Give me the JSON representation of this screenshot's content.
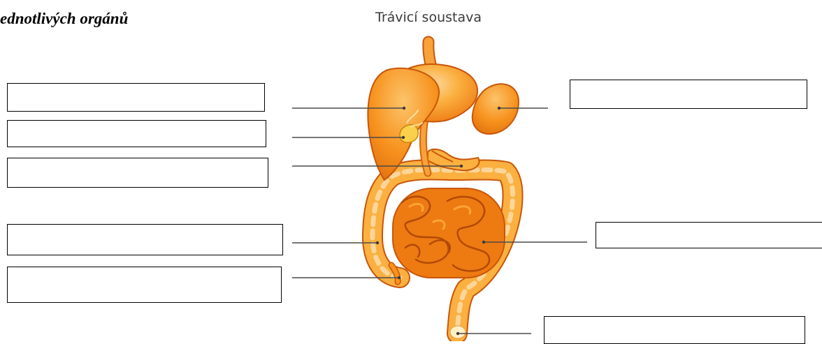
{
  "worksheet": {
    "heading": "ednotlivých orgánů"
  },
  "diagram": {
    "title": "Trávicí soustava",
    "label_boxes": [
      {
        "id": "left-1",
        "text": ""
      },
      {
        "id": "left-2",
        "text": ""
      },
      {
        "id": "left-3",
        "text": ""
      },
      {
        "id": "left-4",
        "text": ""
      },
      {
        "id": "left-5",
        "text": ""
      },
      {
        "id": "right-1",
        "text": ""
      },
      {
        "id": "right-2",
        "text": ""
      },
      {
        "id": "right-3",
        "text": ""
      }
    ],
    "colors": {
      "organ_main": "#f7921e",
      "organ_light": "#fbb040",
      "organ_dark": "#d9650a",
      "outline": "#c8560a",
      "leader_line": "#4a4a4a"
    }
  }
}
